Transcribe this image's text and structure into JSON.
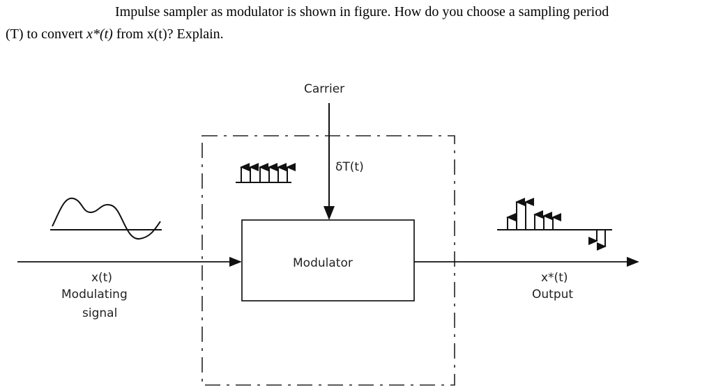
{
  "question": {
    "line1": "Impulse sampler as modulator is shown in figure. How do you choose a sampling period",
    "line2_pre": "(T) to convert ",
    "line2_math": "x*(t)",
    "line2_post": " from x(t)? Explain."
  },
  "diagram": {
    "carrier_label": "Carrier",
    "delta_label": "δT(t)",
    "modulator_label": "Modulator",
    "input_symbol": "x(t)",
    "input_label1": "Modulating",
    "input_label2": "signal",
    "output_symbol": "x*(t)",
    "output_label": "Output"
  }
}
